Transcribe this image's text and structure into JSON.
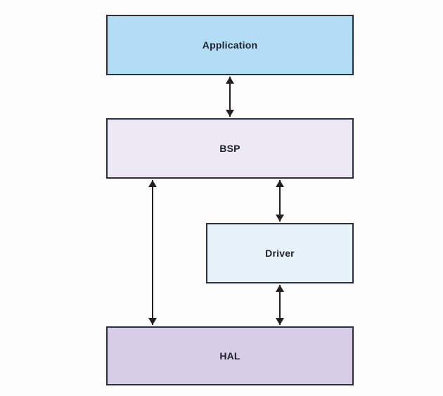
{
  "diagram": {
    "nodes": [
      {
        "id": "application",
        "label": "Application",
        "fill": "#b2ddf4"
      },
      {
        "id": "bsp",
        "label": "BSP",
        "fill": "#ece8f4"
      },
      {
        "id": "driver",
        "label": "Driver",
        "fill": "#e8f2fa"
      },
      {
        "id": "hal",
        "label": "HAL",
        "fill": "#d8cde6"
      }
    ],
    "edges": [
      {
        "from": "Application",
        "to": "BSP",
        "type": "bidirectional"
      },
      {
        "from": "BSP",
        "to": "HAL",
        "type": "bidirectional"
      },
      {
        "from": "BSP",
        "to": "Driver",
        "type": "bidirectional"
      },
      {
        "from": "Driver",
        "to": "HAL",
        "type": "bidirectional"
      }
    ],
    "colors": {
      "border": "#2b2f3e",
      "arrow": "#242022",
      "text": "#1e2230",
      "background": "#fdfdfe"
    }
  }
}
